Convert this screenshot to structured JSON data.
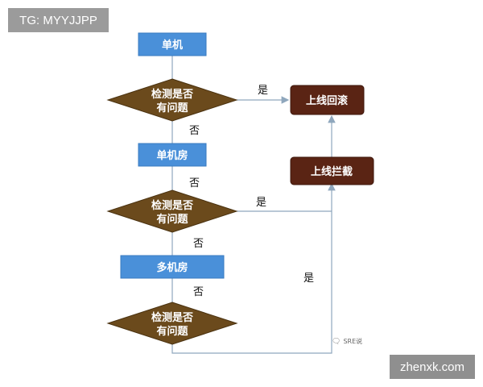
{
  "watermark_top_left": "TG: MYYJJPP",
  "watermark_bottom_right": "zhenxk.com",
  "source_mark": {
    "icon": "wechat-icon",
    "text": "SRE说"
  },
  "colors": {
    "rect_fill": "#4a90d9",
    "diamond_fill": "#6b4a1c",
    "action_fill": "#5a2414",
    "line": "#8fa7bd"
  },
  "nodes": {
    "single_machine": "单机",
    "check_1": [
      "检测是否",
      "有问题"
    ],
    "single_room": "单机房",
    "check_2": [
      "检测是否",
      "有问题"
    ],
    "multi_room": "多机房",
    "check_3": [
      "检测是否",
      "有问题"
    ],
    "rollback": "上线回滚",
    "intercept": "上线拦截"
  },
  "edge_labels": {
    "yes_1": "是",
    "no_1": "否",
    "no_1b": "否",
    "yes_2": "是",
    "no_2": "否",
    "no_2b": "否",
    "yes_3": "是"
  }
}
